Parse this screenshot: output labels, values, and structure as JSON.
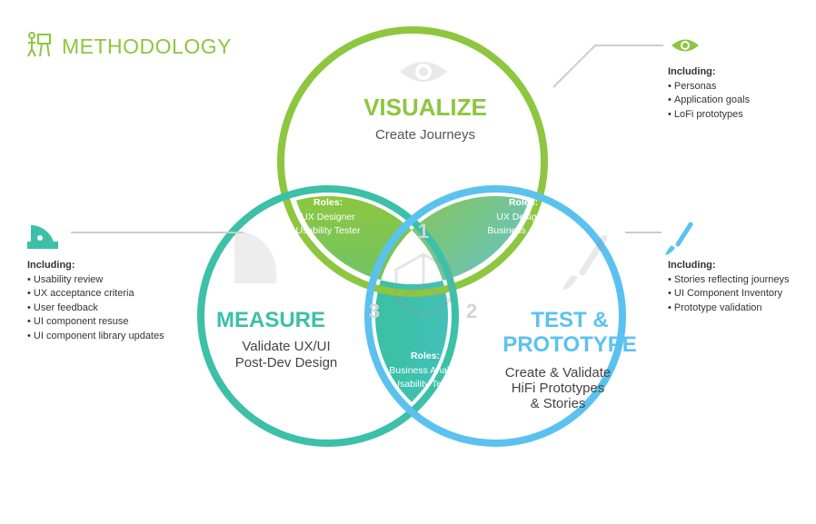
{
  "header": {
    "title": "METHODOLOGY"
  },
  "visualize": {
    "title": "VISUALIZE",
    "subtitle": "Create Journeys",
    "including_label": "Including:",
    "items": [
      "Personas",
      "Application goals",
      "LoFi prototypes"
    ]
  },
  "test": {
    "title_line1": "TEST &",
    "title_line2": "PROTOTYPE",
    "subtitle_line1": "Create & Validate",
    "subtitle_line2": "HiFi Prototypes",
    "subtitle_line3": "& Stories",
    "including_label": "Including:",
    "items": [
      "Stories reflecting journeys",
      "UI Component Inventory",
      "Prototype validation"
    ]
  },
  "measure": {
    "title": "MEASURE",
    "subtitle_line1": "Validate UX/UI",
    "subtitle_line2": "Post-Dev Design",
    "including_label": "Including:",
    "items": [
      "Usability review",
      "UX acceptance criteria",
      "User feedback",
      "UI component resuse",
      "UI component library updates"
    ]
  },
  "roles": {
    "left": {
      "label": "Roles:",
      "line1": "UX Designer",
      "line2": "Usability Tester"
    },
    "right": {
      "label": "Roles:",
      "line1": "UX Designer",
      "line2": "Business Analyst"
    },
    "bottom": {
      "label": "Roles:",
      "line1": "Business Analyst",
      "line2": "Usability Tester"
    }
  },
  "steps": [
    "1",
    "2",
    "3"
  ],
  "colors": {
    "green": "#8dc63f",
    "teal": "#3cc0a8",
    "blue": "#5bc2f0",
    "mid_gray": "#e8e8e8"
  },
  "icons": {
    "header": "methodology-icon",
    "visualize": "eye-icon",
    "test": "brush-icon",
    "measure": "ruler-protractor-icon",
    "center": "cube-icon"
  }
}
